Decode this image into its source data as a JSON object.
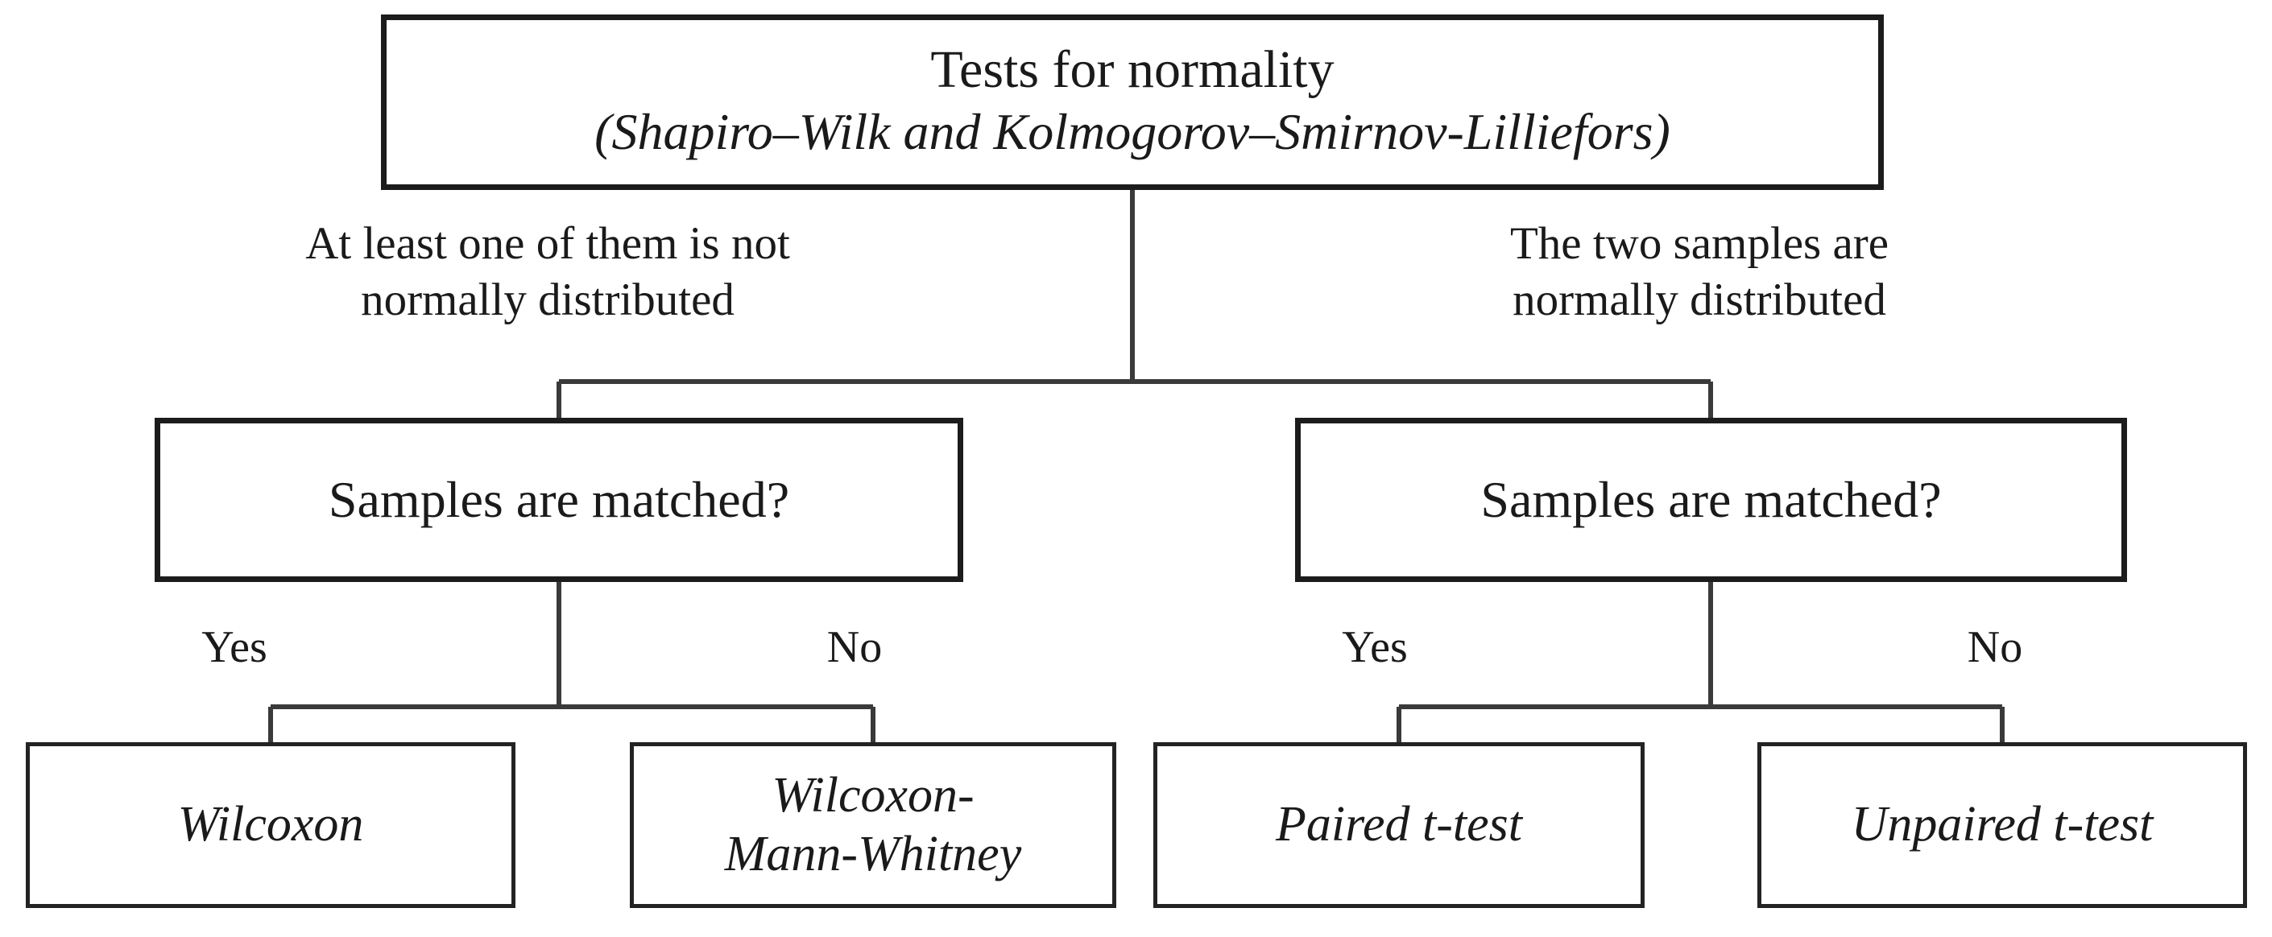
{
  "figure": {
    "type": "decision-tree-flowchart",
    "topic": "Choosing a statistical test for comparing two samples",
    "background_color": "#ffffff",
    "line_color": "#1c1c1c",
    "text_color": "#1a1a1a"
  },
  "root": {
    "title": "Tests for normality",
    "subtitle": "(Shapiro–Wilk and Kolmogorov–Smirnov-Lilliefors)"
  },
  "branches": {
    "left_label": "At least one of them is not\nnormally distributed",
    "right_label": "The two samples are\nnormally distributed"
  },
  "decisions": {
    "left": "Samples are matched?",
    "right": "Samples are matched?"
  },
  "answers": {
    "left_yes": "Yes",
    "left_no": "No",
    "right_yes": "Yes",
    "right_no": "No"
  },
  "outcomes": {
    "nonparametric_matched": "Wilcoxon",
    "nonparametric_unmatched_line1": "Wilcoxon-",
    "nonparametric_unmatched_line2": "Mann-Whitney",
    "parametric_matched": "Paired t-test",
    "parametric_unmatched": "Unpaired t-test"
  }
}
